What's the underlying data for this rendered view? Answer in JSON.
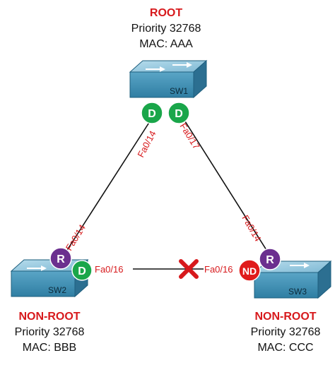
{
  "switches": {
    "sw1": {
      "name": "SW1",
      "role": "ROOT",
      "priority": "Priority 32768",
      "mac": "MAC: AAA"
    },
    "sw2": {
      "name": "SW2",
      "role": "NON-ROOT",
      "priority": "Priority 32768",
      "mac": "MAC: BBB"
    },
    "sw3": {
      "name": "SW3",
      "role": "NON-ROOT",
      "priority": "Priority 32768",
      "mac": "MAC: CCC"
    }
  },
  "ports": {
    "sw1_to_sw2": "Fa0/14",
    "sw1_to_sw3": "Fa0/17",
    "sw2_to_sw1": "Fa0/14",
    "sw2_to_sw3": "Fa0/16",
    "sw3_to_sw1": "Fa0/14",
    "sw3_to_sw2": "Fa0/16"
  },
  "badges": {
    "sw1_left": "D",
    "sw1_right": "D",
    "sw2_root": "R",
    "sw2_designated": "D",
    "sw3_root": "R",
    "sw3_nondesignated": "ND"
  },
  "colors": {
    "role_text": "#d7191c",
    "designated": "#1aa64a",
    "root_port": "#6b2f8f",
    "non_designated": "#e01b1b",
    "switch_top": "#8cc4dd",
    "switch_side": "#3f8db0",
    "blocked_mark": "#d7191c"
  }
}
